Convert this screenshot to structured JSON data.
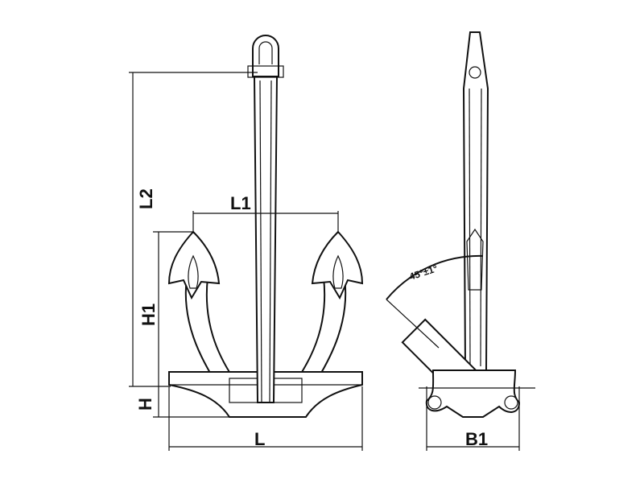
{
  "title": "Anchor dimension drawing",
  "dimensions": {
    "L2": "L2",
    "L1": "L1",
    "H1": "H1",
    "H": "H",
    "L": "L",
    "B1": "B1"
  },
  "angle_label": "45°±1°",
  "colors": {
    "line": "#111111",
    "background": "#ffffff"
  }
}
